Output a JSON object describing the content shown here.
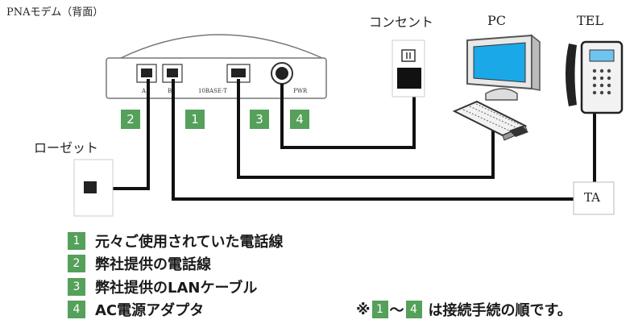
{
  "labels": {
    "modem": "PNAモデム（背面）",
    "outlet": "コンセント",
    "pc": "PC",
    "tel": "TEL",
    "rosette": "ローゼット",
    "ta": "TA"
  },
  "ports": {
    "a": "A",
    "b": "B",
    "ethernet": "10BASE-T",
    "power": "PWR"
  },
  "badges": [
    "2",
    "1",
    "3",
    "4"
  ],
  "legend": [
    {
      "num": "1",
      "text": "元々ご使用されていた電話線"
    },
    {
      "num": "2",
      "text": "弊社提供の電話線"
    },
    {
      "num": "3",
      "text": "弊社提供のLANケーブル"
    },
    {
      "num": "4",
      "text": "AC電源アダプタ"
    }
  ],
  "note": {
    "prefix": "※",
    "from": "1",
    "tilde": "～",
    "to": "4",
    "suffix": "は接続手続の順です。"
  },
  "colors": {
    "badge": "#55a05a",
    "screen": "#1aa8e8",
    "cable": "#111111"
  }
}
